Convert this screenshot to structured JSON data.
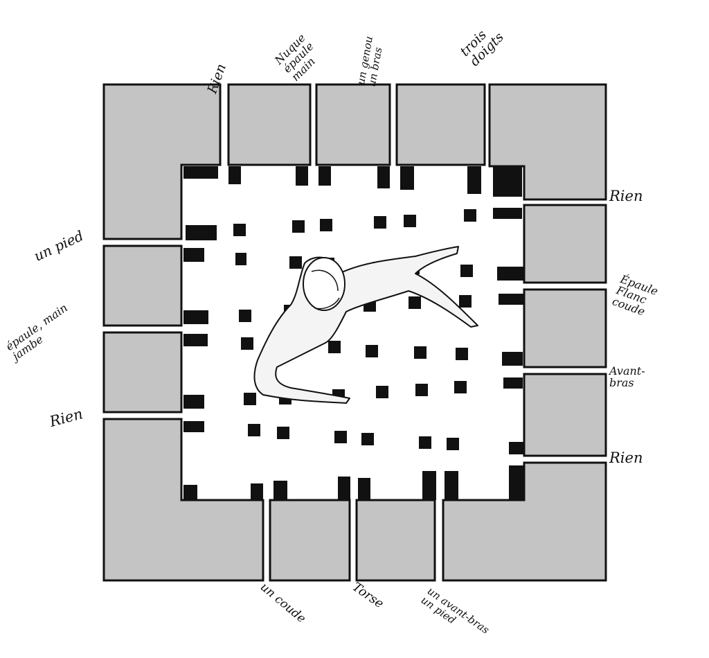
{
  "labels": {
    "top_1": "Rien",
    "top_2": "Nuque\népaule\nmain",
    "top_3": "un genou\nun bras",
    "top_4": "trois\ndoigts",
    "right_1": "Rien",
    "right_2": "Épaule\nFlanc\ncoude",
    "right_3": "Avant-\nbras",
    "right_4": "Rien",
    "bottom_1": "un coude",
    "bottom_2": "Torse",
    "bottom_3": "un avant-bras\nun pied",
    "left_1": "un pied",
    "left_2": "épaule, main\njambe",
    "left_3": "Rien"
  },
  "colors": {
    "block": "#c4c4c4",
    "ink": "#111111"
  }
}
